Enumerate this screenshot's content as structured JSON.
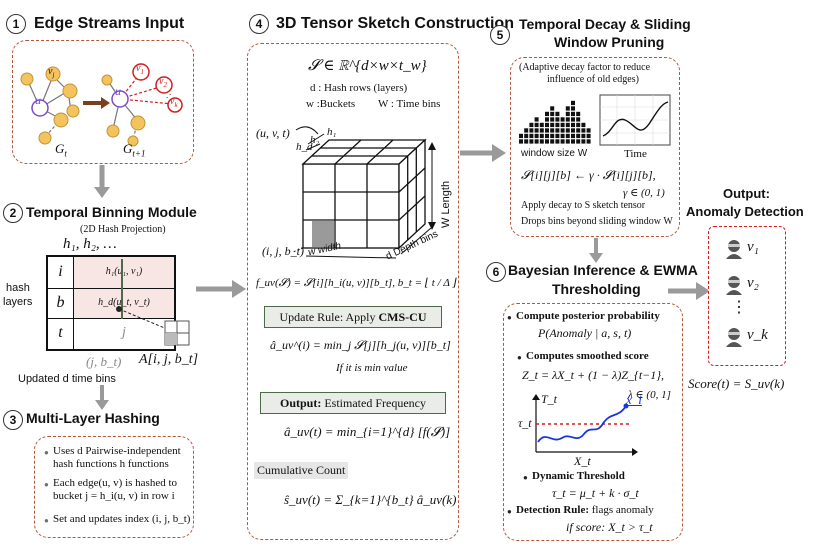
{
  "step1": {
    "num": "1",
    "title": "Edge Streams Input",
    "g_t": "G",
    "g_t_sub": "t",
    "g_t1": "G",
    "g_t1_sub": "t+1",
    "node_u": "u",
    "node_vj": "v",
    "node_vj_sub": "j",
    "node_v1": "v",
    "node_v1_sub": "1",
    "node_v2": "v",
    "node_v2_sub": "2",
    "node_vk": "v",
    "node_vk_sub": "k"
  },
  "step2": {
    "num": "2",
    "title": "Temporal Binning Module",
    "subtitle": "(2D Hash Projection)",
    "h_list": "h₁, h₂, …",
    "side_label_1": "hash",
    "side_label_2": "layers",
    "row_i": "i",
    "row_b": "b",
    "row_t": "t",
    "cell_h1": "h₁(u₁, v₁)",
    "cell_hd": "h_d(u_t, v_t)",
    "cell_j": "j",
    "below_cell": "(j, b_t)",
    "A_label": "A[i, j, b_t]",
    "updated": "Updated d time bins"
  },
  "step3": {
    "num": "3",
    "title": "Multi-Layer Hashing",
    "b1_line1": "Uses d Pairwise-independent",
    "b1_line2": "hash functions h functions",
    "b2_line1": "Each edge(u, v) is hashed to",
    "b2_line2": "bucket j = h_i(u, v) in row i",
    "b3": "Set and updates index (i, j, b_t)"
  },
  "step4": {
    "num": "4",
    "title": "3D Tensor Sketch Construction",
    "S_def": "𝓢 ∈ ℝ^{d×w×t_w}",
    "d_def": "d : Hash rows (layers)",
    "w_def": "w :Buckets",
    "W_def": "W : Time bins",
    "uvt": "(u, v, t)",
    "h1": "h₁",
    "h2": "h₂",
    "hd": "h_d",
    "length": "W  Length",
    "depth": "d  Depth bins",
    "width": "w width",
    "ijb": "(i, j, b_t)",
    "f_formula": "f_uv(𝓢) = 𝓢[i][h_i(u, v)][b_t],  b_t = ⌊ t / Δ ⌋",
    "update_rule_prefix": "Update Rule: Apply ",
    "update_rule_bold": "CMS-CU",
    "a_formula": "â_uv^(i) = min_j 𝓢[j][h_j(u, v)][b_t]",
    "if_min": "If it is min value",
    "output_bold": "Output:",
    "output_rest": " Estimated Frequency",
    "est_formula": "â_uv(t) = min_{i=1}^{d} [f(𝓢)]",
    "cumulative": "Cumulative Count",
    "cum_formula": "ŝ_uv(t) = Σ_{k=1}^{b_t} â_uv(k)"
  },
  "step5": {
    "num": "5",
    "title_line1": "Temporal Decay & Sliding",
    "title_line2": "Window Pruning",
    "note_line1": "(Adaptive decay factor to reduce",
    "note_line2": "influence of old edges)",
    "window_label": "window size W",
    "time_label": "Time",
    "decay_formula": "𝓢[i][j][b] ← γ · 𝓢[i][j][b],",
    "gamma_range": "γ ∈ (0, 1)",
    "apply_line": "Apply decay to S sketch tensor",
    "drop_line": "Drops bins beyond sliding window W"
  },
  "step6": {
    "num": "6",
    "title_line1": "Bayesian Inference & EWMA",
    "title_line2": "Thresholding",
    "b1_bold": "Compute posterior probability",
    "b1_formula": "P(Anomaly | a, s, t)",
    "b2_bold": "Computes smoothed score",
    "b2_formula": "Z_t = λX_t + (1 − λ)Z_{t−1},",
    "lambda_range": "λ ∈ (0, 1]",
    "plot_T": "T_t",
    "plot_tau": "τ_t",
    "plot_xi": "x_i",
    "plot_X": "X_t",
    "b3_bold": "Dynamic Threshold",
    "b3_formula": "τ_t = μ_t + k · σ_t",
    "b4_bold": "Detection Rule:",
    "b4_rest": " flags anomaly",
    "b4_line2": "if score: X_t > τ_t"
  },
  "output": {
    "title_line1": "Output:",
    "title_line2": "Anomaly Detection",
    "v1": "v₁",
    "v2": "v₂",
    "dots": "⋮",
    "vk": "v_k",
    "score": "Score(t) = S_uv(k)"
  },
  "colors": {
    "panel_border": "#b5553a",
    "arrow_gray": "#9a9a9a",
    "highlight_red": "#d11f1f",
    "green_box": "#e9ece7",
    "node_yellow": "#f3c45e"
  },
  "bars": [
    2,
    3,
    4,
    5,
    4,
    6,
    7,
    6,
    5,
    7,
    8,
    6,
    4,
    3
  ]
}
